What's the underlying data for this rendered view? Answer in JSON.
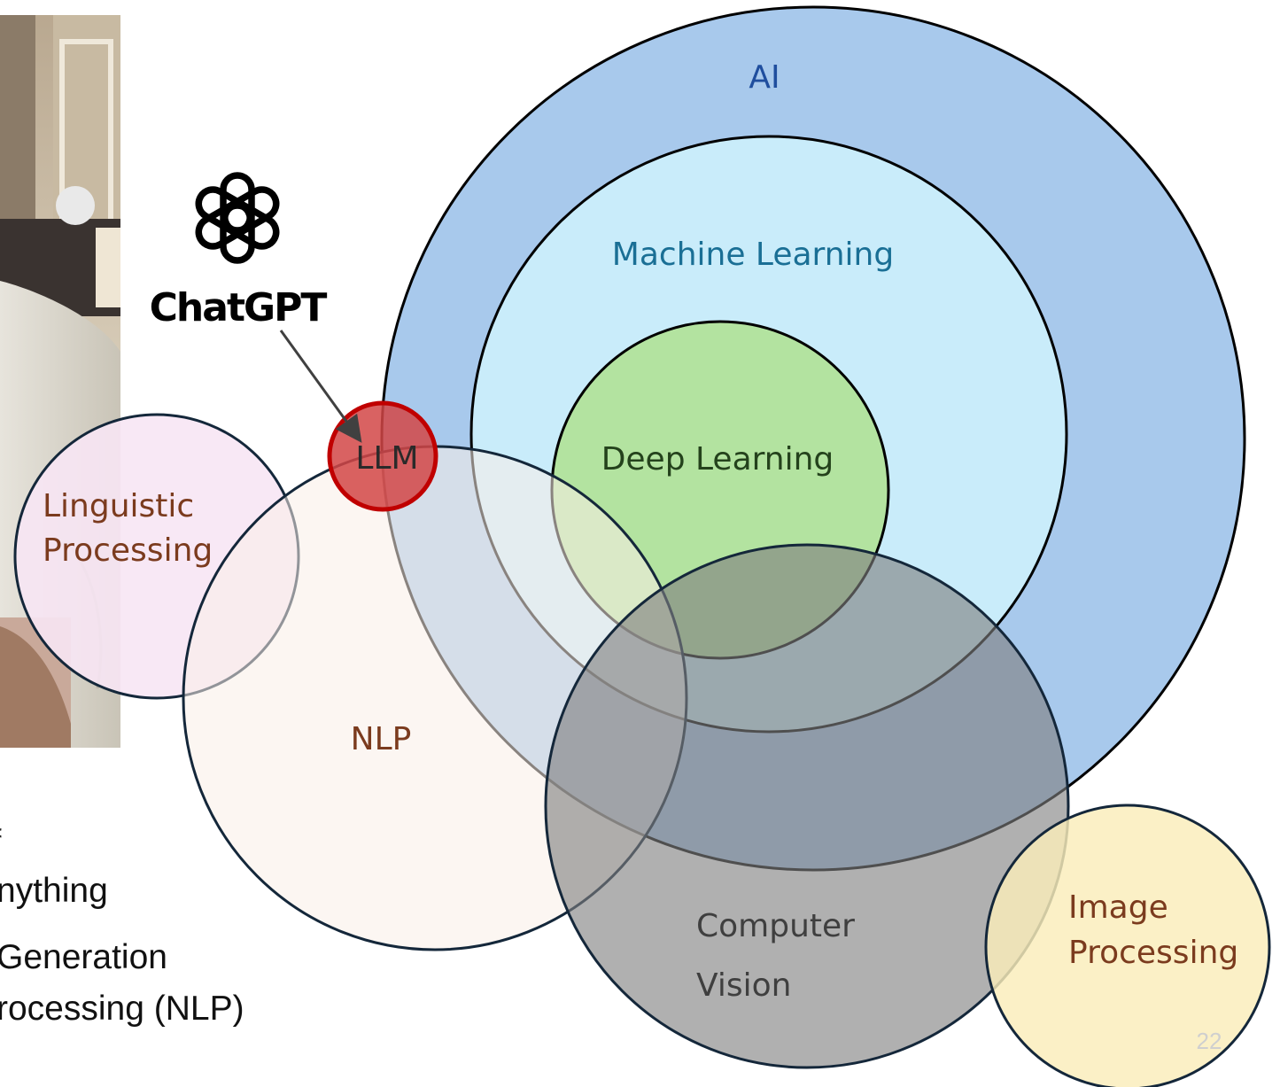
{
  "logo": {
    "text": "ChatGPT",
    "icon": "openai-knot-icon"
  },
  "circles": {
    "ai": {
      "label": "AI",
      "fill": "#a8c9ec",
      "text_color": "#1f4e9e"
    },
    "machine_learning": {
      "label": "Machine Learning",
      "fill": "#c9ecfa",
      "text_color": "#1a6f95"
    },
    "deep_learning": {
      "label": "Deep Learning",
      "fill": "#b3e3a0",
      "text_color": "#24421c"
    },
    "linguistic_processing": {
      "label_line1": "Linguistic",
      "label_line2": "Processing",
      "fill": "#f7e6f4",
      "text_color": "#7b3b1e"
    },
    "nlp": {
      "label": "NLP",
      "fill": "#faeee8",
      "text_color": "#7b3b1e"
    },
    "llm": {
      "label": "LLM",
      "fill": "#d24747",
      "stroke": "#c00000",
      "text_color": "#2a2a2a"
    },
    "computer_vision": {
      "label_line1": "Computer",
      "label_line2": "Vision",
      "fill": "#7f7f7f",
      "text_color": "#3f3f3f"
    },
    "image_processing": {
      "label_line1": "Image",
      "label_line2": "Processing",
      "fill": "#faedb9",
      "text_color": "#7b3b1e"
    }
  },
  "bullets": [
    "nything",
    "Generation",
    "rocessing (NLP)"
  ],
  "slide_number": "22"
}
